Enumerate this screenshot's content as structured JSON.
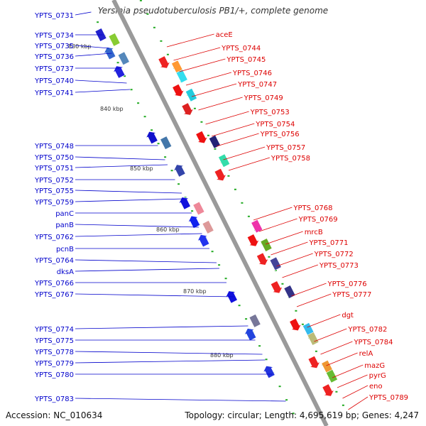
{
  "title": "Yersinia pseudotuberculosis PB1/+, complete genome",
  "footer": {
    "accession": "Accession: NC_010634",
    "summary": "Topology: circular; Length: 4,695,619 bp; Genes: 4,247"
  },
  "colors": {
    "left_labels": "#0000cc",
    "right_labels": "#dd0000",
    "backbone": "#9a9a9a",
    "dots": "#22aa22"
  },
  "ticks": [
    "830 kbp",
    "840 kbp",
    "850 kbp",
    "860 kbp",
    "870 kbp",
    "880 kbp"
  ],
  "left_labels": [
    "YPTS_0731",
    "YPTS_0734",
    "YPTS_0735",
    "YPTS_0736",
    "YPTS_0737",
    "YPTS_0740",
    "YPTS_0741",
    "YPTS_0748",
    "YPTS_0750",
    "YPTS_0751",
    "YPTS_0752",
    "YPTS_0755",
    "YPTS_0759",
    "panC",
    "panB",
    "YPTS_0762",
    "pcnB",
    "YPTS_0764",
    "dksA",
    "YPTS_0766",
    "YPTS_0767",
    "YPTS_0774",
    "YPTS_0775",
    "YPTS_0778",
    "YPTS_0779",
    "YPTS_0780",
    "YPTS_0783"
  ],
  "right_labels": [
    "aceE",
    "YPTS_0744",
    "YPTS_0745",
    "YPTS_0746",
    "YPTS_0747",
    "YPTS_0749",
    "YPTS_0753",
    "YPTS_0754",
    "YPTS_0756",
    "YPTS_0757",
    "YPTS_0758",
    "YPTS_0768",
    "YPTS_0769",
    "mrcB",
    "YPTS_0771",
    "YPTS_0772",
    "YPTS_0773",
    "YPTS_0776",
    "YPTS_0777",
    "dgt",
    "YPTS_0782",
    "YPTS_0784",
    "relA",
    "mazG",
    "pyrG",
    "eno",
    "YPTS_0789"
  ],
  "genes": [
    {
      "name": "gene-0731",
      "track": -2,
      "color": "#2222cc",
      "kind": "rect"
    },
    {
      "name": "gene-0734",
      "track": -1,
      "color": "#88cc33",
      "kind": "rect"
    },
    {
      "name": "gene-0735",
      "track": -2,
      "color": "#3366cc",
      "kind": "arrow"
    },
    {
      "name": "gene-0736",
      "track": -1,
      "color": "#5588bb",
      "kind": "rect"
    },
    {
      "name": "gene-0737",
      "track": -2,
      "color": "#2222dd",
      "kind": "arrow"
    },
    {
      "name": "gene-0740",
      "track": 1,
      "color": "#ee2222",
      "kind": "arrow"
    },
    {
      "name": "gene-0741",
      "track": 2,
      "color": "#ff9933",
      "kind": "rect"
    },
    {
      "name": "gene-0744",
      "track": 2,
      "color": "#33ddee",
      "kind": "rect"
    },
    {
      "name": "gene-0745",
      "track": 1,
      "color": "#ee1111",
      "kind": "arrow"
    },
    {
      "name": "gene-0746",
      "track": 2,
      "color": "#22ccdd",
      "kind": "rect"
    },
    {
      "name": "gene-0747",
      "track": 1,
      "color": "#dd2222",
      "kind": "arrow"
    },
    {
      "name": "gene-0748",
      "track": -2,
      "color": "#1111cc",
      "kind": "arrow"
    },
    {
      "name": "gene-0749",
      "track": -1,
      "color": "#4477aa",
      "kind": "rect"
    },
    {
      "name": "gene-0750",
      "track": 1,
      "color": "#ee1111",
      "kind": "arrow"
    },
    {
      "name": "gene-0751",
      "track": 2,
      "color": "#222277",
      "kind": "rect"
    },
    {
      "name": "gene-0752",
      "track": -1,
      "color": "#3344aa",
      "kind": "arrow"
    },
    {
      "name": "gene-0753",
      "track": 2,
      "color": "#33ddaa",
      "kind": "rect"
    },
    {
      "name": "gene-0754",
      "track": 1,
      "color": "#ee2222",
      "kind": "arrow"
    },
    {
      "name": "gene-0755",
      "track": -2,
      "color": "#1111dd",
      "kind": "arrow"
    },
    {
      "name": "gene-0759",
      "track": -1,
      "color": "#ee8899",
      "kind": "rect"
    },
    {
      "name": "gene-0762",
      "track": -2,
      "color": "#1122ee",
      "kind": "arrow"
    },
    {
      "name": "gene-0764",
      "track": -1,
      "color": "#dd9999",
      "kind": "rect"
    },
    {
      "name": "gene-0766",
      "track": -2,
      "color": "#2233ee",
      "kind": "arrow"
    },
    {
      "name": "gene-0768",
      "track": 2,
      "color": "#ee33aa",
      "kind": "rect"
    },
    {
      "name": "gene-0769",
      "track": 1,
      "color": "#ee1111",
      "kind": "arrow"
    },
    {
      "name": "gene-0771",
      "track": 2,
      "color": "#66aa22",
      "kind": "rect"
    },
    {
      "name": "gene-0772",
      "track": 1,
      "color": "#ee2222",
      "kind": "arrow"
    },
    {
      "name": "gene-0773",
      "track": 2,
      "color": "#444499",
      "kind": "rect"
    },
    {
      "name": "gene-0774",
      "track": -2,
      "color": "#1111dd",
      "kind": "arrow"
    },
    {
      "name": "gene-0776",
      "track": 1,
      "color": "#ee2222",
      "kind": "arrow"
    },
    {
      "name": "gene-0777",
      "track": 2,
      "color": "#333388",
      "kind": "rect"
    },
    {
      "name": "gene-0778",
      "track": -1,
      "color": "#777799",
      "kind": "rect"
    },
    {
      "name": "gene-0779",
      "track": -2,
      "color": "#2244dd",
      "kind": "arrow"
    },
    {
      "name": "gene-0782",
      "track": 1,
      "color": "#ee1111",
      "kind": "arrow"
    },
    {
      "name": "gene-0783",
      "track": 2,
      "color": "#33bbee",
      "kind": "rect"
    },
    {
      "name": "gene-0784",
      "track": 2,
      "color": "#bbbb77",
      "kind": "rect"
    },
    {
      "name": "gene-0785",
      "track": -2,
      "color": "#2233dd",
      "kind": "arrow"
    },
    {
      "name": "gene-0786",
      "track": 1,
      "color": "#ee2222",
      "kind": "arrow"
    },
    {
      "name": "gene-0787",
      "track": 2,
      "color": "#ee9933",
      "kind": "rect"
    },
    {
      "name": "gene-0788",
      "track": 2,
      "color": "#66bb33",
      "kind": "rect"
    },
    {
      "name": "gene-0789",
      "track": 1,
      "color": "#ee2222",
      "kind": "arrow"
    }
  ]
}
